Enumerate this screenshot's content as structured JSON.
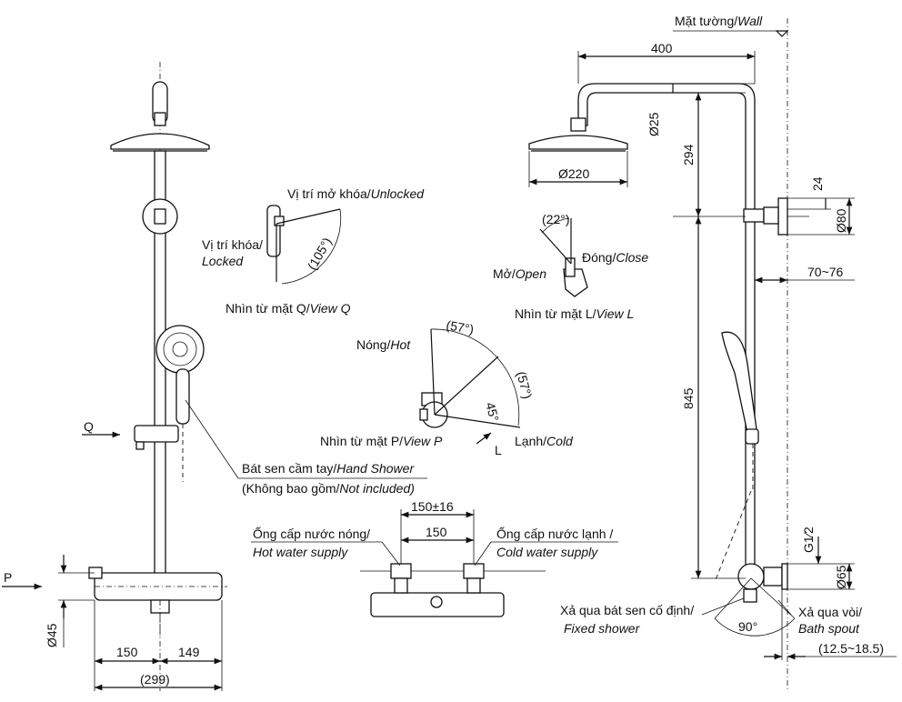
{
  "labels": {
    "wall": "Mặt tường/",
    "wall_it": "Wall",
    "unlocked": "Vị trí mở khóa/",
    "unlocked_it": "Unlocked",
    "locked": "Vị trí khóa/",
    "locked_it": "Locked",
    "view_q": "Nhìn từ mặt Q/",
    "view_q_it": "View Q",
    "open": "Mở/",
    "open_it": "Open",
    "close": "Đóng/",
    "close_it": "Close",
    "view_l": "Nhìn từ mặt L/",
    "view_l_it": "View L",
    "hot": "Nóng/",
    "hot_it": "Hot",
    "cold": "Lạnh/",
    "cold_it": "Cold",
    "view_p": "Nhìn từ mặt P/",
    "view_p_it": "View P",
    "hand_shower": "Bát sen cầm tay/",
    "hand_shower_it": "Hand Shower",
    "not_included": "(Không bao gồm/",
    "not_included_it": "Not included)",
    "hot_supply": "Ống cấp nước nóng/",
    "hot_supply_it": "Hot water supply",
    "cold_supply": "Ống cấp nước lạnh /",
    "cold_supply_it": "Cold water supply",
    "fixed_shower": "Xả qua bát sen cố định/",
    "fixed_shower_it": "Fixed shower",
    "bath_spout": "Xả qua vòi/",
    "bath_spout_it": "Bath spout",
    "q": "Q",
    "p": "P",
    "l": "L"
  },
  "dimensions": {
    "d400": "400",
    "d25": "Ø25",
    "d294": "294",
    "d220": "Ø220",
    "d24": "24",
    "d80": "Ø80",
    "d70_76": "70~76",
    "d845": "845",
    "g12": "G1⁄2",
    "d65": "Ø65",
    "d12_18": "(12.5~18.5)",
    "a90": "90°",
    "a22": "(22°)",
    "a105": "(105°)",
    "a57a": "(57°)",
    "a57b": "(57°)",
    "a45": "45°",
    "d150_16": "150±16",
    "d150b": "150",
    "d45": "Ø45",
    "d150": "150",
    "d149": "149",
    "d299": "(299)"
  }
}
